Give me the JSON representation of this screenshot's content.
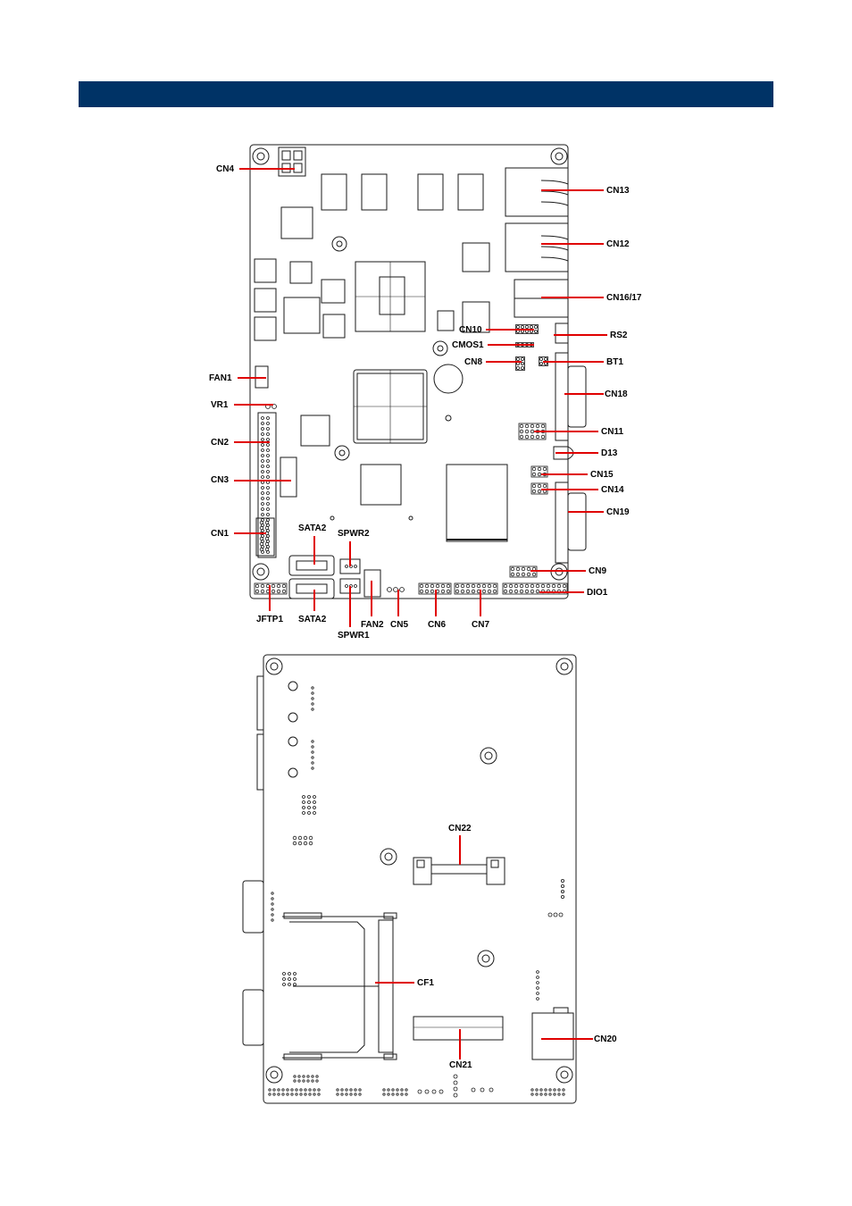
{
  "colors": {
    "header": "#003366",
    "leader": "#e00000",
    "outline": "#1a1a1a"
  },
  "top_labels": {
    "cn4": "CN4",
    "cn13": "CN13",
    "cn12": "CN12",
    "cn16_17": "CN16/17",
    "cn10": "CN10",
    "rs2": "RS2",
    "cmos1": "CMOS1",
    "cn8": "CN8",
    "bt1": "BT1",
    "fan1": "FAN1",
    "cn18": "CN18",
    "vr1": "VR1",
    "cn2": "CN2",
    "cn11": "CN11",
    "d13": "D13",
    "cn3": "CN3",
    "cn15": "CN15",
    "cn14": "CN14",
    "cn19": "CN19",
    "sata2_top": "SATA2",
    "spwr2": "SPWR2",
    "cn1": "CN1",
    "cn9": "CN9",
    "dio1": "DIO1",
    "jftp1": "JFTP1",
    "sata2_bottom": "SATA2",
    "fan2": "FAN2",
    "cn5": "CN5",
    "cn6": "CN6",
    "cn7": "CN7",
    "spwr1": "SPWR1"
  },
  "bottom_labels": {
    "cn22": "CN22",
    "cf1": "CF1",
    "cn20": "CN20",
    "cn21": "CN21"
  }
}
